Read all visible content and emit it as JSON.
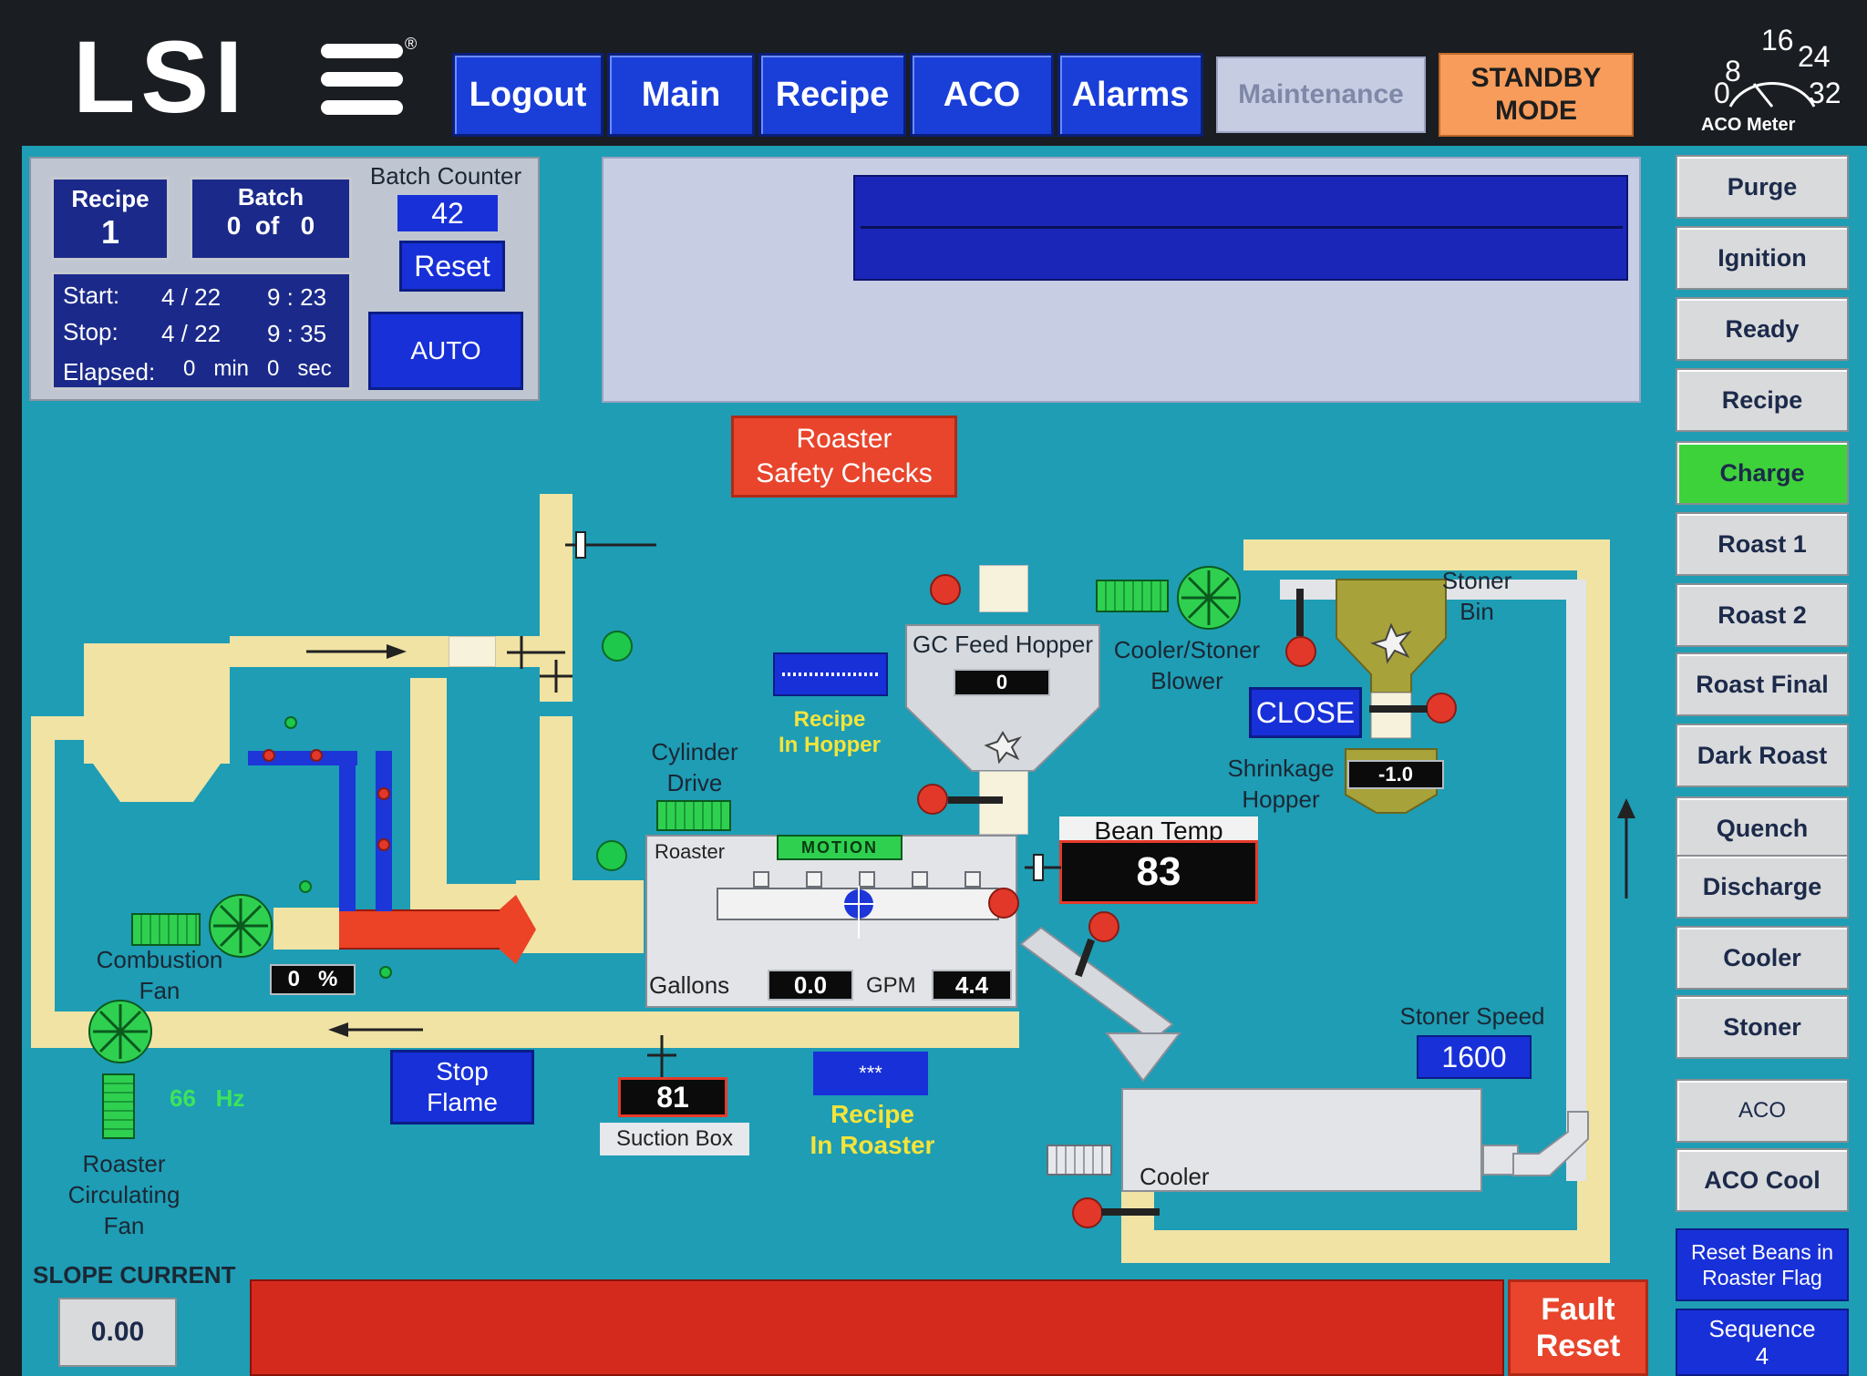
{
  "header": {
    "logo": "LSI",
    "nav": [
      "Logout",
      "Main",
      "Recipe",
      "ACO",
      "Alarms"
    ],
    "maintenance_label": "Maintenance",
    "standby_label": "STANDBY\nMODE",
    "aco_meter": {
      "label": "ACO Meter",
      "ticks": [
        "0",
        "8",
        "16",
        "24",
        "32"
      ]
    }
  },
  "batch_panel": {
    "recipe_label": "Recipe",
    "recipe_value": "1",
    "batch_label": "Batch",
    "batch_value": "0  of   0",
    "batch_counter_label": "Batch Counter",
    "batch_counter_value": "42",
    "reset_label": "Reset",
    "start_label": "Start:",
    "start_date": "4 / 22",
    "start_time": "9 : 23",
    "stop_label": "Stop:",
    "stop_date": "4 / 22",
    "stop_time": "9 : 35",
    "elapsed_label": "Elapsed:",
    "elapsed_value": "0   min   0   sec",
    "auto_label": "AUTO"
  },
  "safety_checks_label": "Roaster\nSafety Checks",
  "process": {
    "combustion_fan_label": "Combustion\nFan",
    "combustion_pct": "0   %",
    "roaster_circ_fan_label": "Roaster\nCirculating\nFan",
    "hz_label": "66   Hz",
    "stop_flame_label": "Stop\nFlame",
    "suction_box_label": "Suction Box",
    "suction_box_value": "81",
    "recipe_in_roaster_label": "Recipe\nIn Roaster",
    "recipe_in_roaster_value": "***",
    "recipe_in_hopper_label": "Recipe\nIn Hopper",
    "cylinder_drive_label": "Cylinder\nDrive",
    "roaster_label": "Roaster",
    "motion_label": "MOTION",
    "gallons_label": "Gallons",
    "gallons_value": "0.0",
    "gpm_label": "GPM",
    "gpm_value": "4.4",
    "gc_feed_hopper_label": "GC Feed Hopper",
    "gc_feed_hopper_value": "0",
    "bean_temp_label": "Bean Temp",
    "bean_temp_value": "83",
    "cooler_stoner_blower_label": "Cooler/Stoner\nBlower",
    "stoner_bin_label": "Stoner\nBin",
    "close_label": "CLOSE",
    "shrinkage_hopper_label": "Shrinkage\nHopper",
    "shrinkage_value": "-1.0",
    "stoner_speed_label": "Stoner Speed",
    "stoner_speed_value": "1600",
    "cooler_label": "Cooler"
  },
  "sidebar": [
    "Purge",
    "Ignition",
    "Ready",
    "Recipe",
    "Charge",
    "Roast 1",
    "Roast 2",
    "Roast Final",
    "Dark Roast",
    "Quench",
    "Discharge",
    "Cooler",
    "Stoner",
    "ACO",
    "ACO Cool"
  ],
  "sidebar_active": "Charge",
  "reset_beans_label": "Reset Beans in\nRoaster Flag",
  "sequence_label": "Sequence\n4",
  "slope_label": "SLOPE CURRENT",
  "slope_value": "0.00",
  "fault_reset_label": "Fault\nReset",
  "colors": {
    "background": "#1e9db5",
    "nav_blue": "#1a3fd8",
    "standby_orange": "#f79c5b",
    "active_green": "#3ed23a",
    "alarm_red": "#d42a1e",
    "duct_yellow": "#f0e3a4"
  }
}
